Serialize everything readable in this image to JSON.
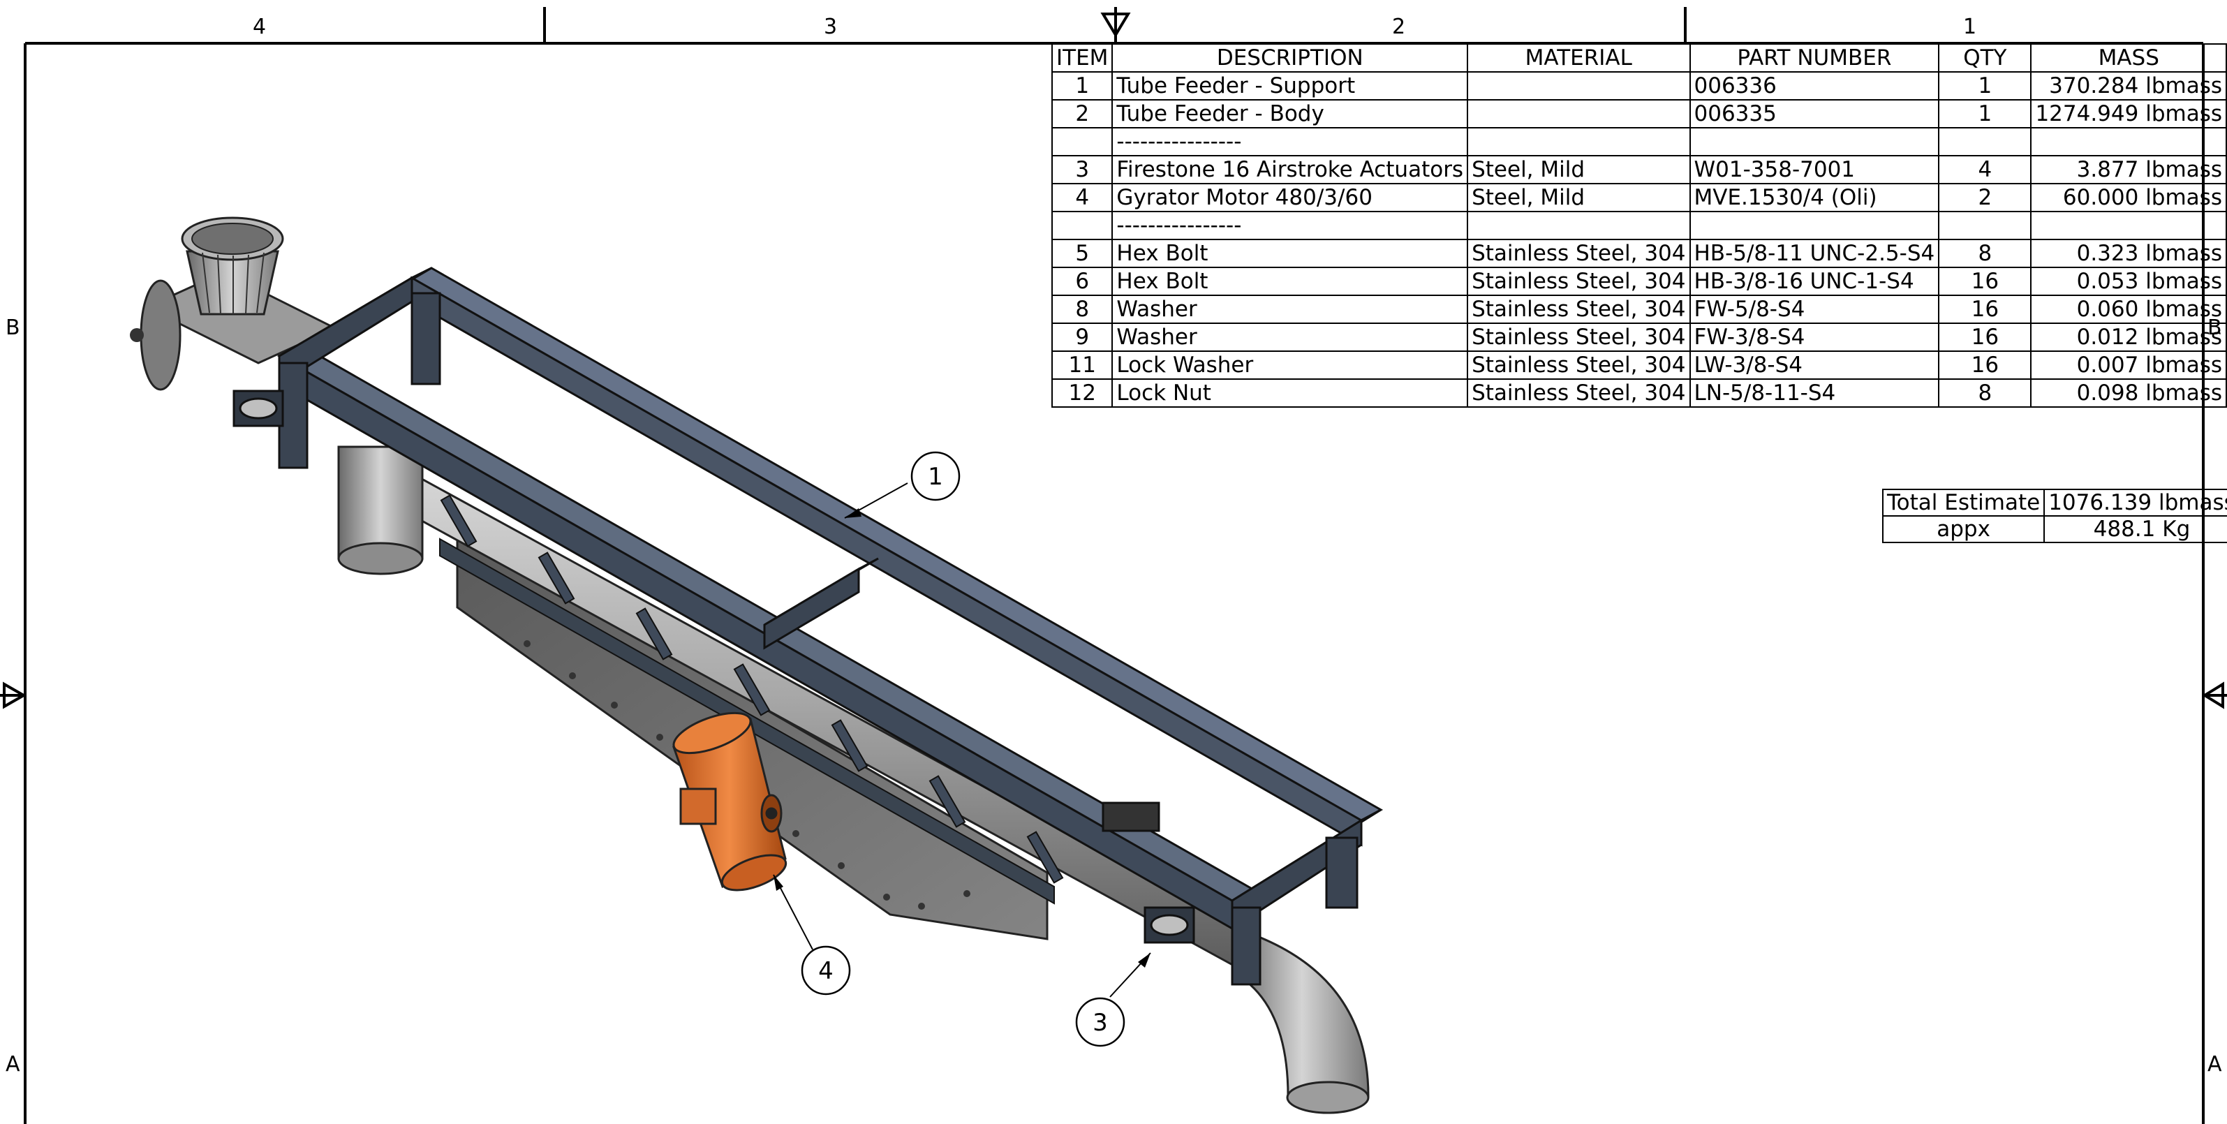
{
  "zones": {
    "top": [
      "4",
      "3",
      "2",
      "1"
    ],
    "left": [
      "B",
      "A"
    ],
    "right": [
      "B",
      "A"
    ]
  },
  "bom": {
    "headers": [
      "ITEM",
      "DESCRIPTION",
      "MATERIAL",
      "PART NUMBER",
      "QTY",
      "MASS"
    ],
    "rows": [
      [
        "1",
        "Tube Feeder - Support",
        "",
        "006336",
        "1",
        "370.284 lbmass"
      ],
      [
        "2",
        "Tube Feeder - Body",
        "",
        "006335",
        "1",
        "1274.949 lbmass"
      ],
      [
        "",
        "----------------",
        "",
        "",
        "",
        ""
      ],
      [
        "3",
        "Firestone 16 Airstroke Actuators",
        "Steel, Mild",
        "W01-358-7001",
        "4",
        "3.877 lbmass"
      ],
      [
        "4",
        "Gyrator Motor 480/3/60",
        "Steel, Mild",
        "MVE.1530/4 (Oli)",
        "2",
        "60.000 lbmass"
      ],
      [
        "",
        "----------------",
        "",
        "",
        "",
        ""
      ],
      [
        "5",
        "Hex Bolt",
        "Stainless Steel, 304",
        "HB-5/8-11 UNC-2.5-S4",
        "8",
        "0.323 lbmass"
      ],
      [
        "6",
        "Hex Bolt",
        "Stainless Steel, 304",
        "HB-3/8-16 UNC-1-S4",
        "16",
        "0.053 lbmass"
      ],
      [
        "8",
        "Washer",
        "Stainless Steel, 304",
        "FW-5/8-S4",
        "16",
        "0.060 lbmass"
      ],
      [
        "9",
        "Washer",
        "Stainless Steel, 304",
        "FW-3/8-S4",
        "16",
        "0.012 lbmass"
      ],
      [
        "11",
        "Lock Washer",
        "Stainless Steel, 304",
        "LW-3/8-S4",
        "16",
        "0.007 lbmass"
      ],
      [
        "12",
        "Lock Nut",
        "Stainless Steel, 304",
        "LN-5/8-11-S4",
        "8",
        "0.098 lbmass"
      ]
    ]
  },
  "totals": {
    "estimate_label": "Total Estimate",
    "estimate_value": "1076.139 lbmass",
    "appx_label": "appx",
    "appx_value": "488.1 Kg"
  },
  "balloons": {
    "support": "1",
    "actuator": "3",
    "motor": "4"
  },
  "colors": {
    "frame_steel": "#3f4a5a",
    "frame_steel_light": "#5a6678",
    "tube": "#9a9a9a",
    "plate": "#6e6e6e",
    "motor": "#d9692a"
  }
}
